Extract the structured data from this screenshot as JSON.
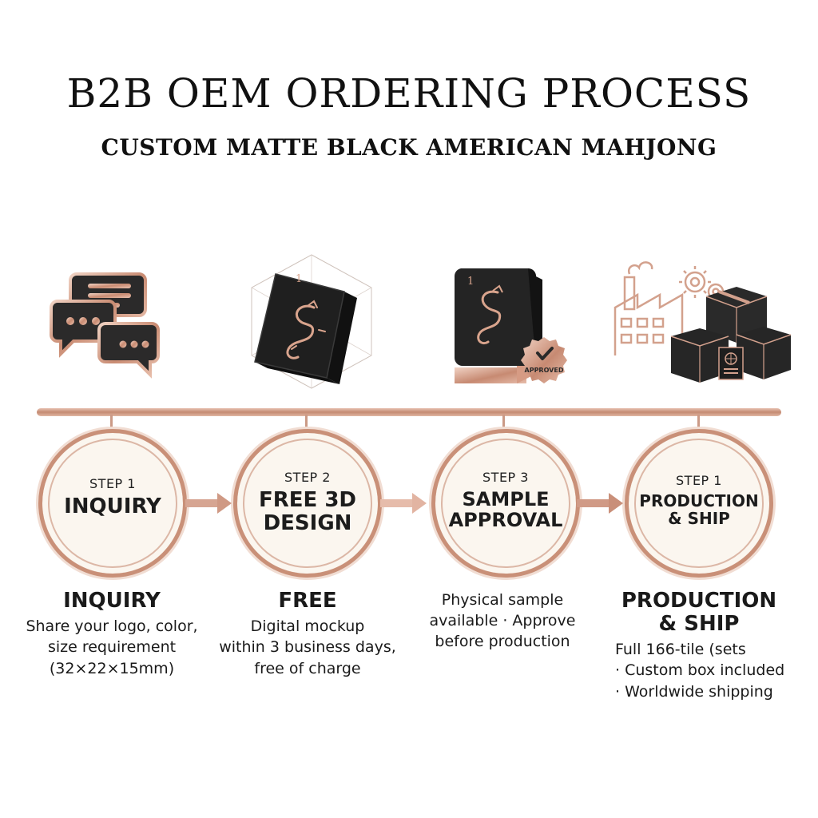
{
  "header": {
    "title": "B2B OEM ORDERING PROCESS",
    "subtitle": "CUSTOM MATTE BLACK AMERICAN MAHJONG"
  },
  "colors": {
    "rose_gold": "#c99078",
    "rose_gold_light": "#e7c2b2",
    "tile_black": "#2a2a2a",
    "circle_fill": "#fbf6ef"
  },
  "icons": {
    "step1": "chat-bubbles-icon",
    "step2": "mahjong-tile-3d-icon",
    "step3": "sample-tile-approved-icon",
    "step4": "factory-boxes-icon",
    "tile_corner_mark": "1",
    "approved_badge": "APPROVED"
  },
  "steps": [
    {
      "number": "STEP 1",
      "name": "INQUIRY",
      "heading": "INQUIRY",
      "lines": [
        "Share your logo, color,",
        "size requirement",
        "(32×22×15mm)"
      ]
    },
    {
      "number": "STEP 2",
      "name_lines": [
        "FREE 3D",
        "DESIGN"
      ],
      "heading": "FREE",
      "lines": [
        "Digital mockup",
        "within 3 business days,",
        "free of charge"
      ]
    },
    {
      "number": "STEP 3",
      "name_lines": [
        "SAMPLE",
        "APPROVAL"
      ],
      "heading": "",
      "lines": [
        "Physical sample",
        "available · Approve",
        "before production"
      ]
    },
    {
      "number": "STEP 1",
      "name_lines": [
        "PRODUCTION",
        "& SHIP"
      ],
      "heading_lines": [
        "PRODUCTION",
        "& SHIP"
      ],
      "lines": [
        "Full 166-tile (sets",
        "· Custom box included",
        "· Worldwide shipping"
      ]
    }
  ]
}
